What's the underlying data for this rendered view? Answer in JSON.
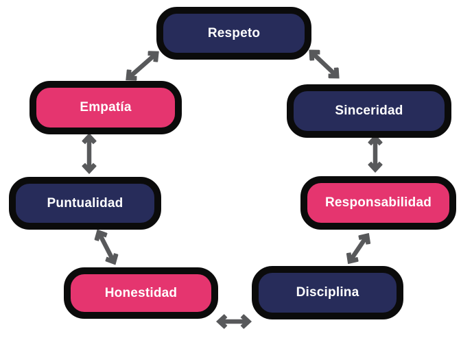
{
  "diagram": {
    "type": "cycle",
    "nodes": [
      {
        "id": "respeto",
        "label": "Respeto",
        "color": "navy"
      },
      {
        "id": "empatia",
        "label": "Empatía",
        "color": "pink"
      },
      {
        "id": "sinceridad",
        "label": "Sinceridad",
        "color": "navy"
      },
      {
        "id": "puntualidad",
        "label": "Puntualidad",
        "color": "navy"
      },
      {
        "id": "responsabilidad",
        "label": "Responsabilidad",
        "color": "pink"
      },
      {
        "id": "honestidad",
        "label": "Honestidad",
        "color": "pink"
      },
      {
        "id": "disciplina",
        "label": "Disciplina",
        "color": "navy"
      }
    ],
    "connections": [
      {
        "from": "Respeto",
        "to": "Empatía",
        "bidirectional": true
      },
      {
        "from": "Respeto",
        "to": "Sinceridad",
        "bidirectional": true
      },
      {
        "from": "Empatía",
        "to": "Puntualidad",
        "bidirectional": true
      },
      {
        "from": "Sinceridad",
        "to": "Responsabilidad",
        "bidirectional": true
      },
      {
        "from": "Puntualidad",
        "to": "Honestidad",
        "bidirectional": true
      },
      {
        "from": "Responsabilidad",
        "to": "Disciplina",
        "bidirectional": true
      },
      {
        "from": "Honestidad",
        "to": "Disciplina",
        "bidirectional": true
      }
    ],
    "colors": {
      "navy": "#272c5a",
      "pink": "#e5356f",
      "border": "#0b0b0b",
      "arrow": "#58595b",
      "text": "#ffffff",
      "background": "#ffffff"
    }
  }
}
